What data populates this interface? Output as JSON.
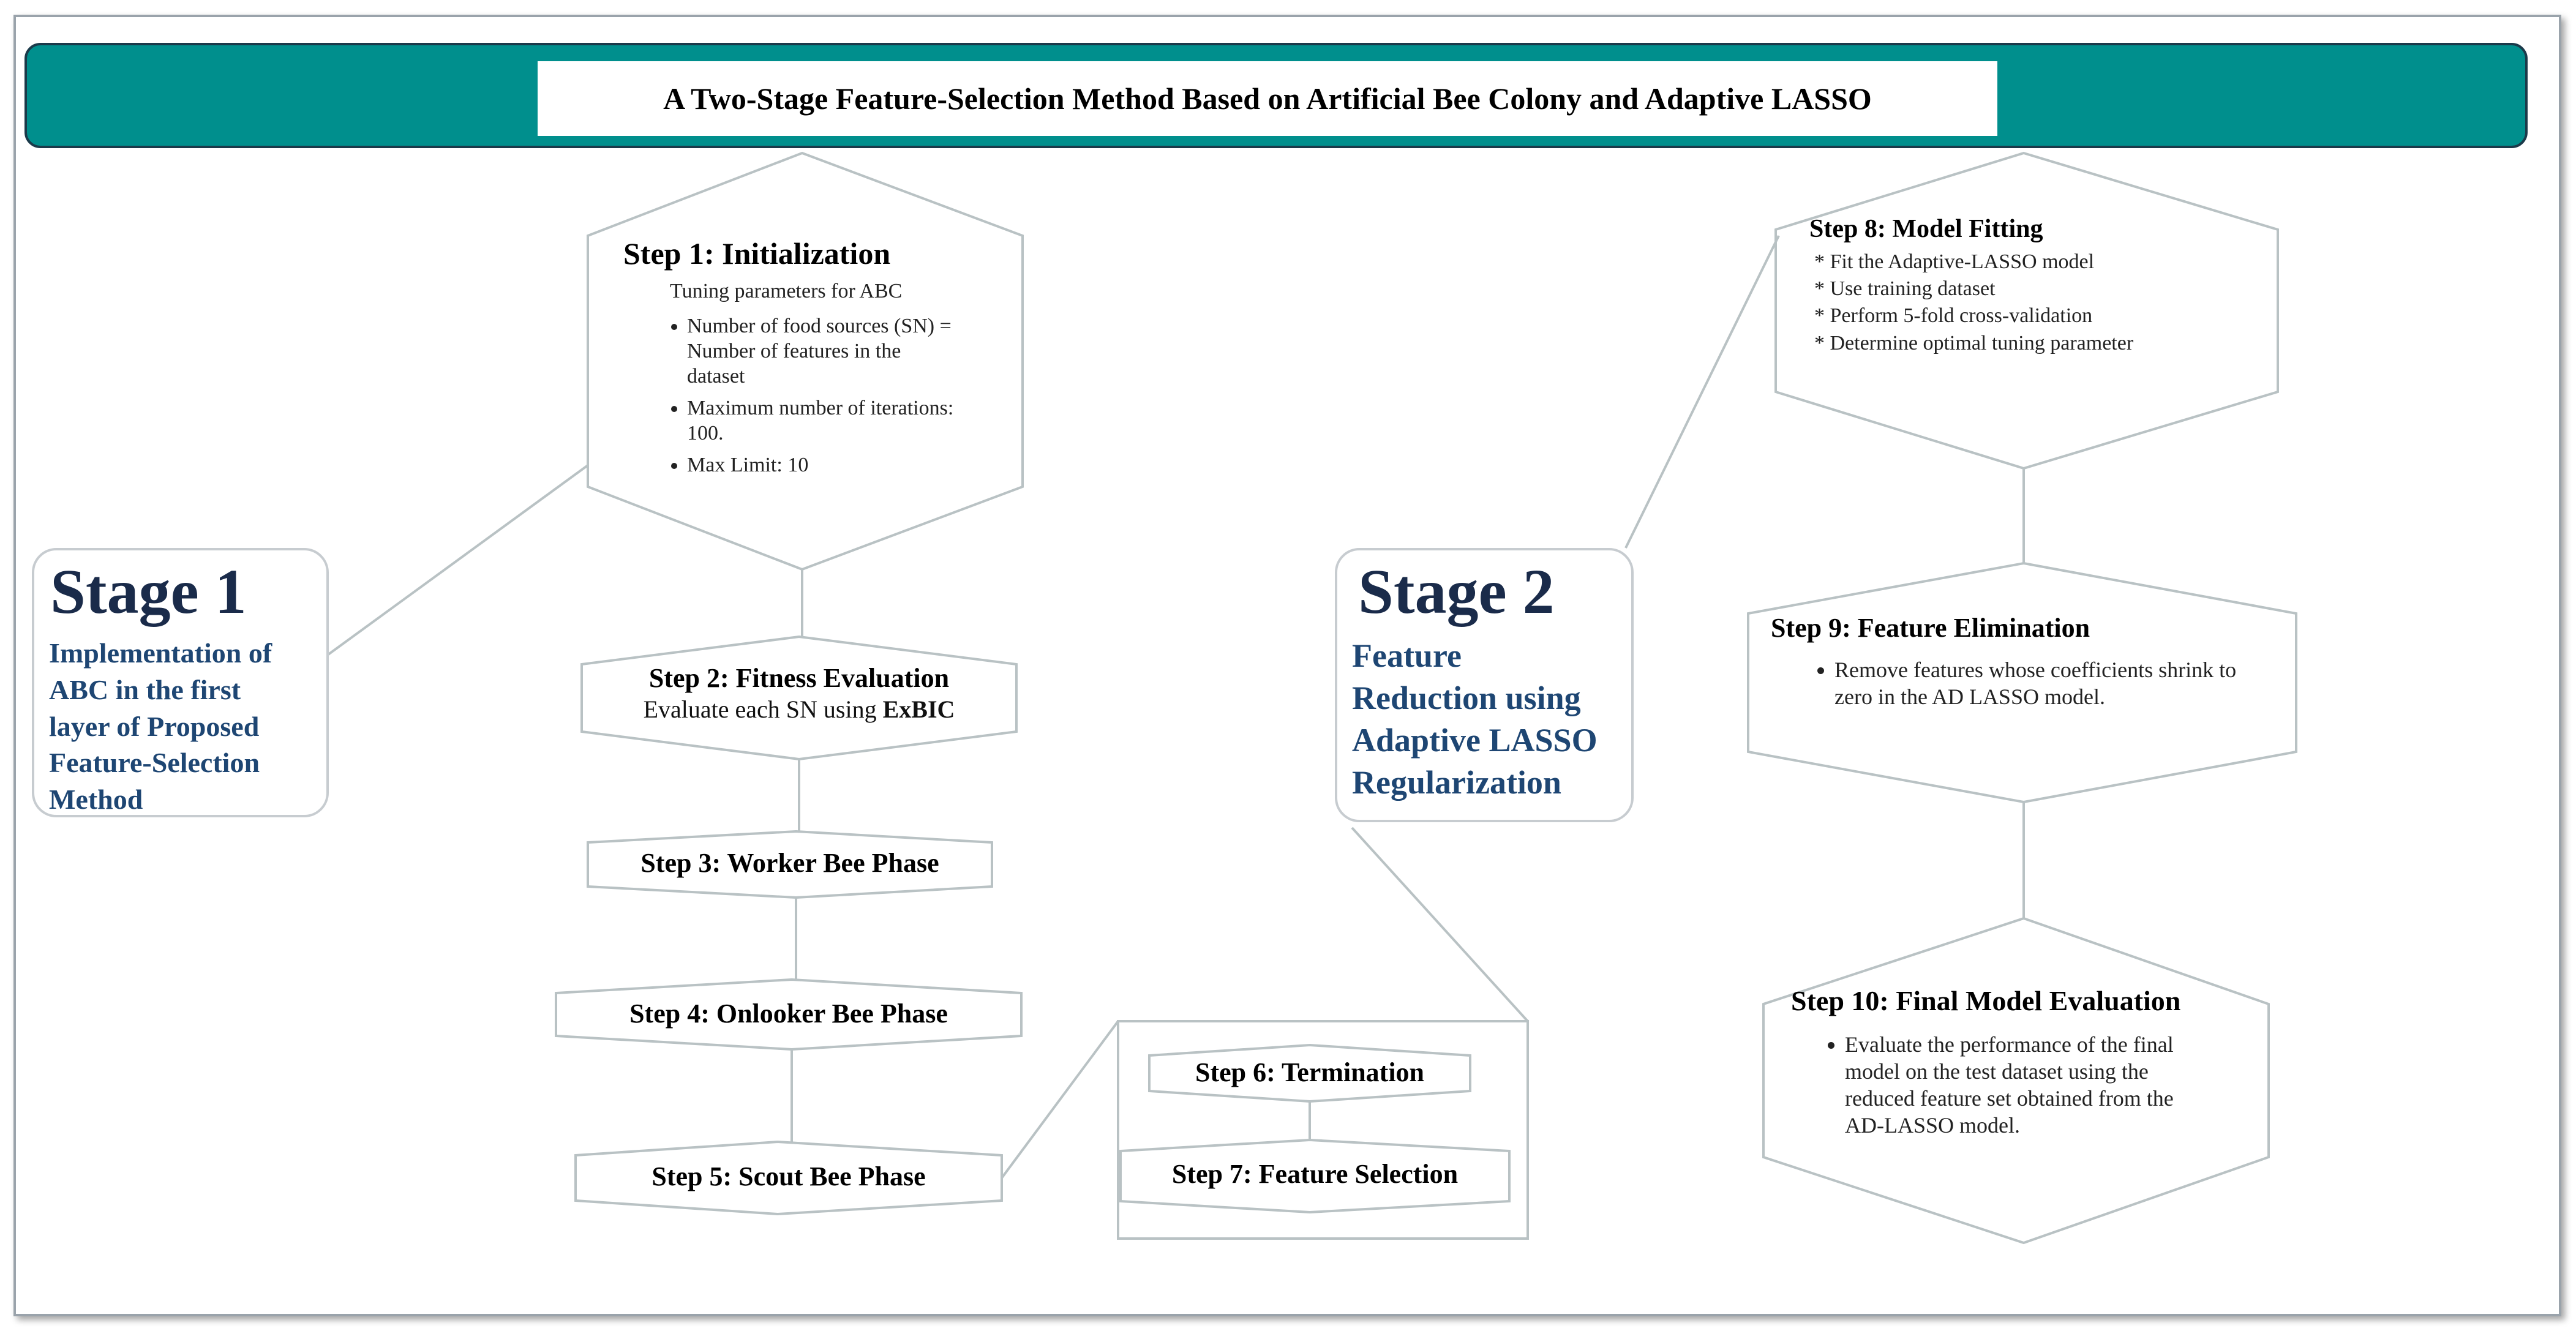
{
  "title": "A Two-Stage Feature-Selection Method Based on Artificial Bee Colony and Adaptive LASSO",
  "stage1": {
    "title": "Stage 1",
    "subtitle_lines": [
      "Implementation of",
      "ABC in the first",
      "layer of Proposed",
      "Feature-Selection",
      "Method"
    ]
  },
  "stage2": {
    "title": "Stage 2",
    "subtitle_lines": [
      "Feature",
      "Reduction using",
      "Adaptive LASSO",
      "Regularization"
    ]
  },
  "step1": {
    "title": "Step 1: Initialization",
    "intro": "Tuning parameters for ABC",
    "bullets": [
      "Number of food sources (SN) = Number of features in the dataset",
      "Maximum number of iterations: 100.",
      "Max Limit: 10"
    ]
  },
  "step2": {
    "title": "Step 2: Fitness Evaluation",
    "desc_prefix": "Evaluate each SN using ",
    "desc_bold": "ExBIC"
  },
  "step3": {
    "title": "Step 3: Worker Bee Phase"
  },
  "step4": {
    "title": "Step 4: Onlooker Bee Phase"
  },
  "step5": {
    "title": "Step 5: Scout Bee Phase"
  },
  "step6": {
    "title": "Step 6: Termination"
  },
  "step7": {
    "title": "Step 7: Feature Selection"
  },
  "step8": {
    "title": "Step 8: Model Fitting",
    "items": [
      "* Fit the Adaptive-LASSO model",
      "* Use training dataset",
      "* Perform 5-fold cross-validation",
      "* Determine optimal tuning parameter"
    ]
  },
  "step9": {
    "title": "Step 9: Feature Elimination",
    "bullet": "Remove features whose coefficients shrink to zero in the AD LASSO model."
  },
  "step10": {
    "title": "Step 10: Final Model Evaluation",
    "bullet": "Evaluate the performance of the final model on the test dataset using the reduced feature set obtained from the AD-LASSO model."
  },
  "colors": {
    "banner": "#008f8d",
    "stage_title": "#1a2b4a",
    "stage_subtitle": "#1e4673",
    "connector": "#b9c2c4"
  }
}
